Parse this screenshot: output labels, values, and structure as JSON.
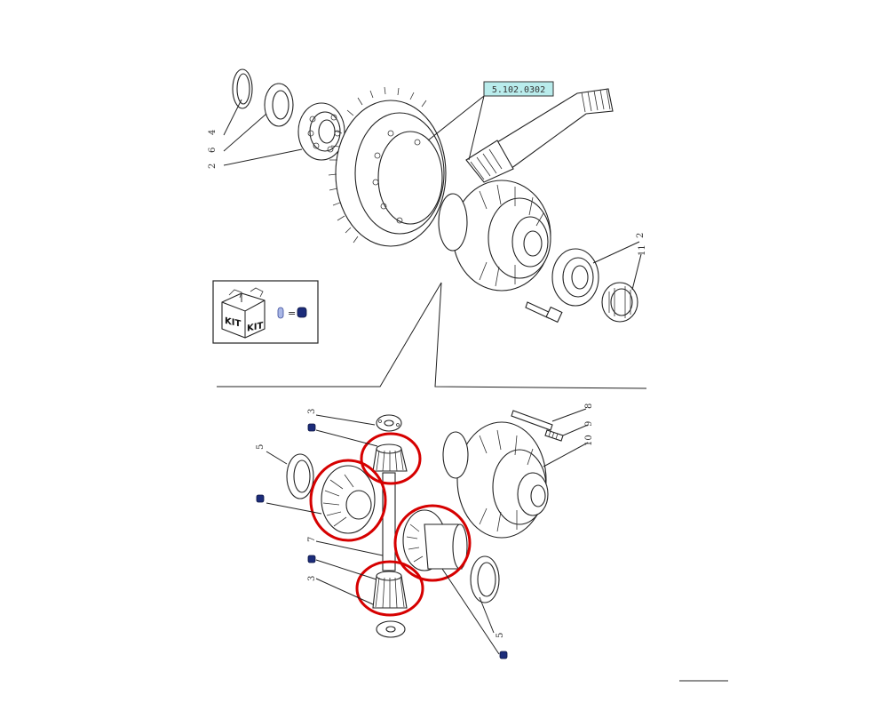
{
  "reference_tag": "5.102.0302",
  "kit_box": {
    "kit_word_left": "KIT",
    "kit_word_right": "KIT",
    "equals": "="
  },
  "callouts": {
    "upper": {
      "c4": "4",
      "c6": "6",
      "c2a": "2",
      "c2b": "2",
      "c11": "11"
    },
    "lower": {
      "c3a": "3",
      "c5a": "5",
      "c7": "7",
      "c3b": "3",
      "c8": "8",
      "c9": "9",
      "c10": "10",
      "c5b": "5"
    }
  },
  "colors": {
    "highlight": "#d60000",
    "kit_dot": "#1c2c7a",
    "tag_bg": "#b9ecec",
    "line": "#222222"
  }
}
